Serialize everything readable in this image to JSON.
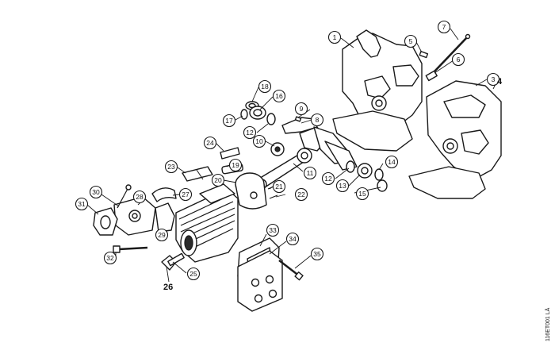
{
  "callouts": [
    "1",
    "3",
    "5",
    "6",
    "7",
    "8",
    "9",
    "10",
    "11",
    "12",
    "12",
    "13",
    "14",
    "15",
    "16",
    "17",
    "18",
    "19",
    "20",
    "21",
    "22",
    "23",
    "24",
    "25",
    "27",
    "28",
    "29",
    "30",
    "31",
    "32",
    "33",
    "34",
    "35"
  ],
  "bold_labels": [
    "4",
    "26"
  ],
  "reference_code": "116ET001 LÄ"
}
